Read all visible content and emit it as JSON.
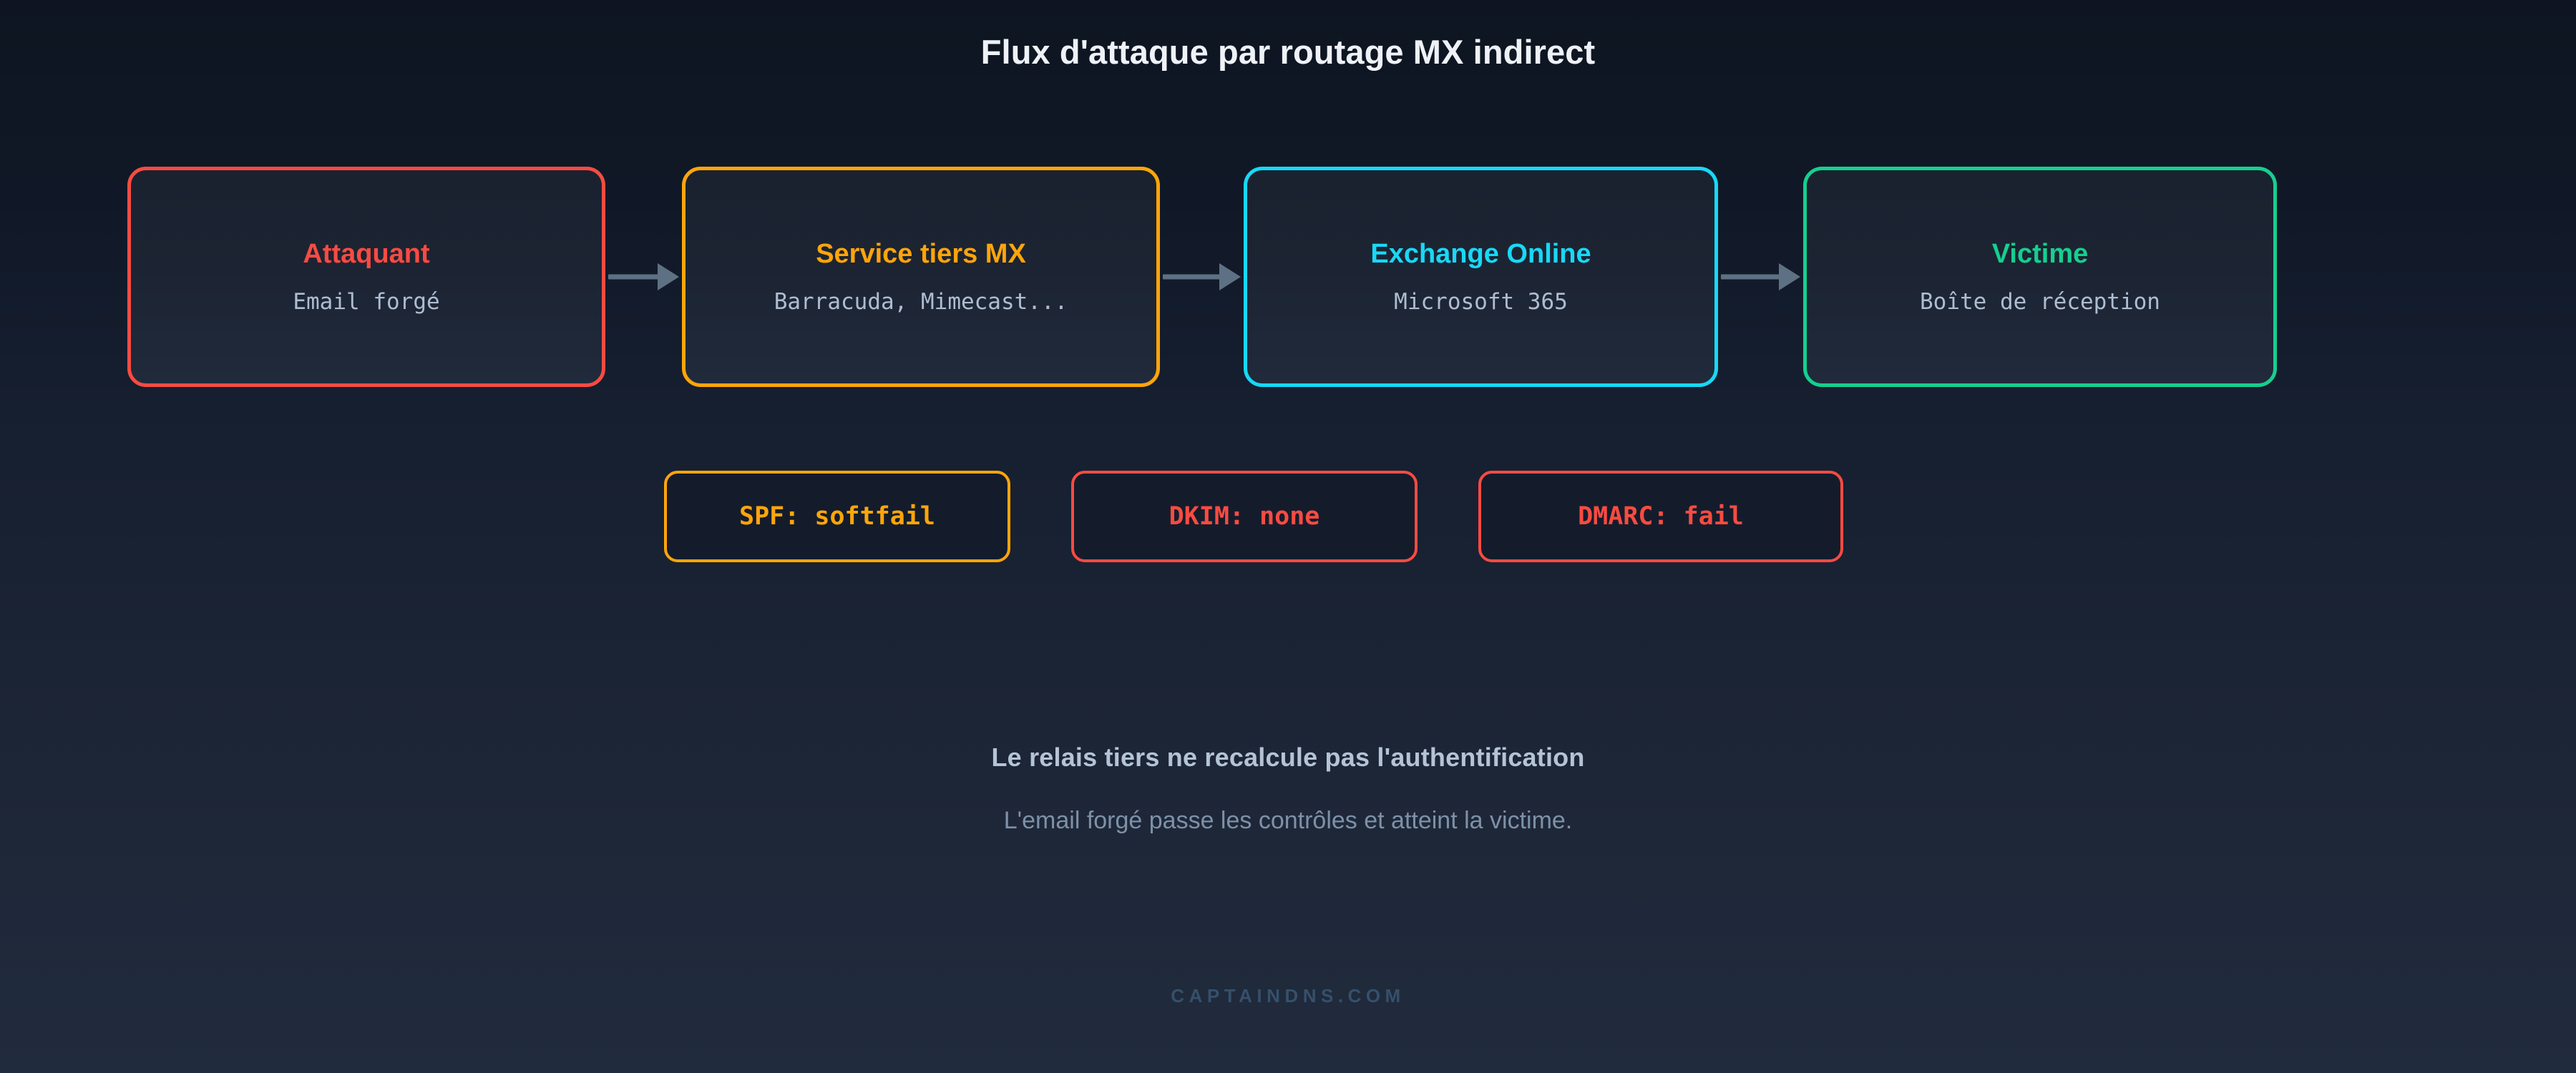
{
  "title": "Flux d'attaque par routage MX indirect",
  "colors": {
    "background_top": "#0e1521",
    "background_bottom": "#202b3d",
    "node_fill": "#1c2433",
    "arrow": "#5e7184",
    "attacker": "#f84b42",
    "relay": "#ffa50a",
    "exchange": "#18d8f7",
    "victim": "#16cf8f",
    "caption_main": "#b4c4d6",
    "caption_sub": "#7d91a8",
    "footer": "#35506b"
  },
  "flow": {
    "nodes": [
      {
        "id": "attacker",
        "title": "Attaquant",
        "subtitle": "Email forgé",
        "color": "#f84b42"
      },
      {
        "id": "third-party-mx",
        "title": "Service tiers MX",
        "subtitle": "Barracuda, Mimecast...",
        "color": "#ffa50a"
      },
      {
        "id": "exchange-online",
        "title": "Exchange Online",
        "subtitle": "Microsoft 365",
        "color": "#18d8f7"
      },
      {
        "id": "victim",
        "title": "Victime",
        "subtitle": "Boîte de réception",
        "color": "#16cf8f"
      }
    ],
    "arrows": [
      {
        "from": "attacker",
        "to": "third-party-mx"
      },
      {
        "from": "third-party-mx",
        "to": "exchange-online"
      },
      {
        "from": "exchange-online",
        "to": "victim"
      }
    ]
  },
  "auth_badges": [
    {
      "id": "spf",
      "label": "SPF: softfail",
      "color": "#ffa50a"
    },
    {
      "id": "dkim",
      "label": "DKIM: none",
      "color": "#f84b42"
    },
    {
      "id": "dmarc",
      "label": "DMARC: fail",
      "color": "#f84b42"
    }
  ],
  "captions": {
    "main": "Le relais tiers ne recalcule pas l'authentification",
    "sub": "L'email forgé passe les contrôles et atteint la victime."
  },
  "footer": {
    "brand": "CAPTAINDNS.COM"
  }
}
